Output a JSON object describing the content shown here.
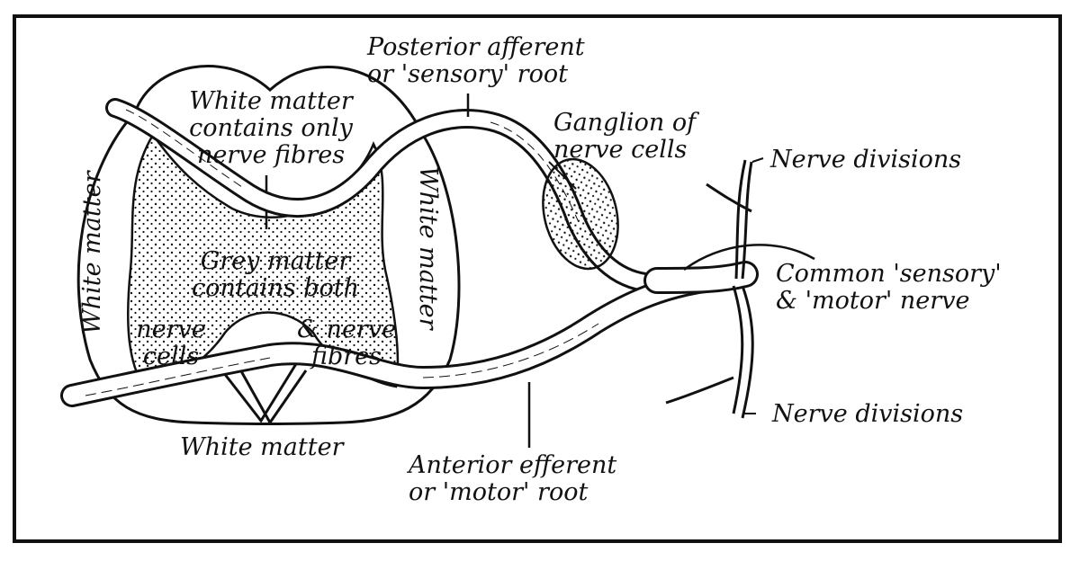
{
  "labels": {
    "posterior_root": [
      "Posterior afferent",
      "or 'sensory' root"
    ],
    "white_matter_top": [
      "White matter",
      "contains only",
      "nerve fibres"
    ],
    "ganglion": [
      "Ganglion of",
      "nerve cells"
    ],
    "nerve_divisions_top": "Nerve divisions",
    "white_matter_left": "White matter",
    "white_matter_right": "White matter",
    "grey_matter": [
      "Grey matter",
      "contains both"
    ],
    "nerve_cells": [
      "nerve",
      "cells"
    ],
    "nerve_fibres": [
      "& nerve",
      "fibres"
    ],
    "common_nerve": [
      "Common 'sensory'",
      "& 'motor' nerve"
    ],
    "nerve_divisions_bottom": "Nerve divisions",
    "white_matter_bottom": "White matter",
    "anterior_root": [
      "Anterior efferent",
      "or 'motor' root"
    ]
  },
  "colors": {
    "ink": "#111111",
    "paper": "#ffffff"
  }
}
